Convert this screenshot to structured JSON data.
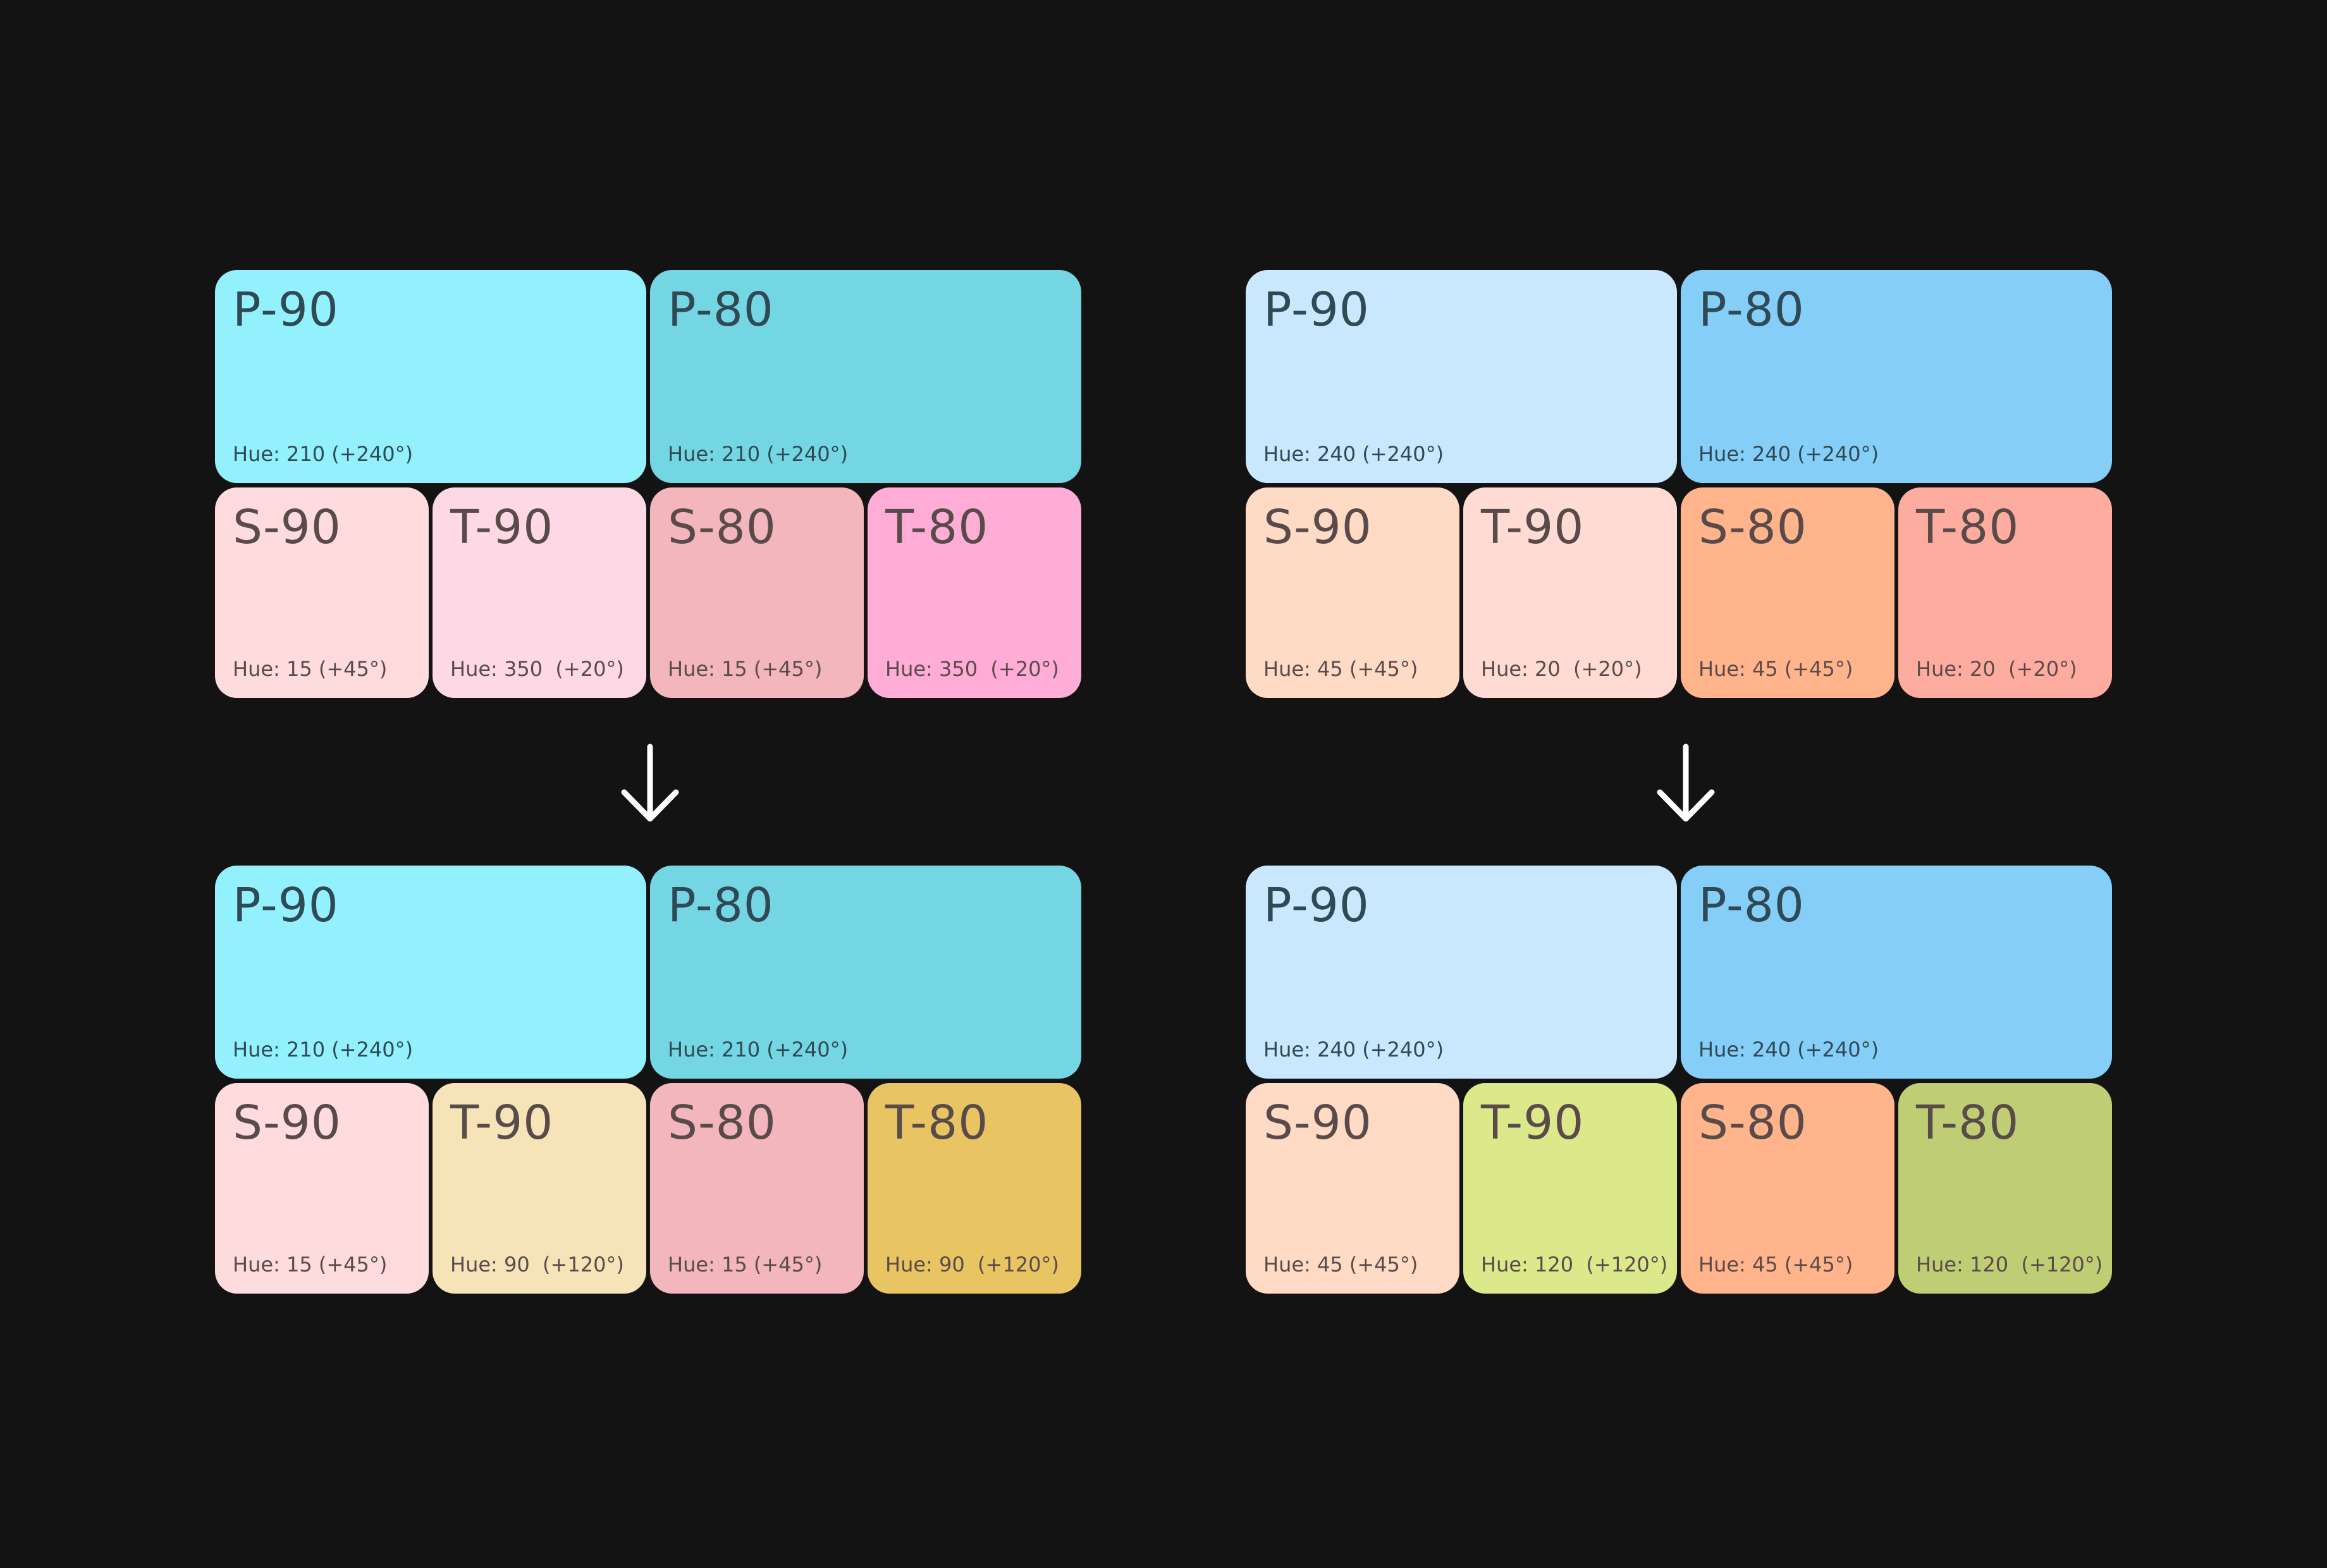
{
  "palettes": {
    "left_top": {
      "p90": {
        "name": "P-90",
        "hue": "Hue: 210 (+240°)",
        "color": "#93f1fe"
      },
      "p80": {
        "name": "P-80",
        "hue": "Hue: 210 (+240°)",
        "color": "#75d6e3"
      },
      "s90": {
        "name": "S-90",
        "hue": "Hue: 15 (+45°)",
        "color": "#fedbdd"
      },
      "t90": {
        "name": "T-90",
        "hue": "Hue: 350  (+20°)",
        "color": "#ffd8e6"
      },
      "s80": {
        "name": "S-80",
        "hue": "Hue: 15 (+45°)",
        "color": "#f3b6bc"
      },
      "t80": {
        "name": "T-80",
        "hue": "Hue: 350  (+20°)",
        "color": "#ffacd6"
      }
    },
    "left_bottom": {
      "p90": {
        "name": "P-90",
        "hue": "Hue: 210 (+240°)",
        "color": "#93f1fe"
      },
      "p80": {
        "name": "P-80",
        "hue": "Hue: 210 (+240°)",
        "color": "#75d6e3"
      },
      "s90": {
        "name": "S-90",
        "hue": "Hue: 15 (+45°)",
        "color": "#fedbdd"
      },
      "t90": {
        "name": "T-90",
        "hue": "Hue: 90  (+120°)",
        "color": "#f6e3b7"
      },
      "s80": {
        "name": "S-80",
        "hue": "Hue: 15 (+45°)",
        "color": "#f3b6bc"
      },
      "t80": {
        "name": "T-80",
        "hue": "Hue: 90  (+120°)",
        "color": "#e8c462"
      }
    },
    "right_top": {
      "p90": {
        "name": "P-90",
        "hue": "Hue: 240 (+240°)",
        "color": "#c9e8fe"
      },
      "p80": {
        "name": "P-80",
        "hue": "Hue: 240 (+240°)",
        "color": "#85cef8"
      },
      "s90": {
        "name": "S-90",
        "hue": "Hue: 45 (+45°)",
        "color": "#ffdbc6"
      },
      "t90": {
        "name": "T-90",
        "hue": "Hue: 20  (+20°)",
        "color": "#ffdbd3"
      },
      "s80": {
        "name": "S-80",
        "hue": "Hue: 45 (+45°)",
        "color": "#ffb48b"
      },
      "t80": {
        "name": "T-80",
        "hue": "Hue: 20  (+20°)",
        "color": "#ffaca0"
      }
    },
    "right_bottom": {
      "p90": {
        "name": "P-90",
        "hue": "Hue: 240 (+240°)",
        "color": "#c9e8fe"
      },
      "p80": {
        "name": "P-80",
        "hue": "Hue: 240 (+240°)",
        "color": "#85cef8"
      },
      "s90": {
        "name": "S-90",
        "hue": "Hue: 45 (+45°)",
        "color": "#ffdbc6"
      },
      "t90": {
        "name": "T-90",
        "hue": "Hue: 120  (+120°)",
        "color": "#dce98a"
      },
      "s80": {
        "name": "S-80",
        "hue": "Hue: 45 (+45°)",
        "color": "#ffb48b"
      },
      "t80": {
        "name": "T-80",
        "hue": "Hue: 120  (+120°)",
        "color": "#bfcd74"
      }
    }
  },
  "arrows": {
    "left": "arrow-down-icon",
    "right": "arrow-down-icon"
  },
  "colors": {
    "background": "#131313",
    "arrow": "#ffffff"
  }
}
